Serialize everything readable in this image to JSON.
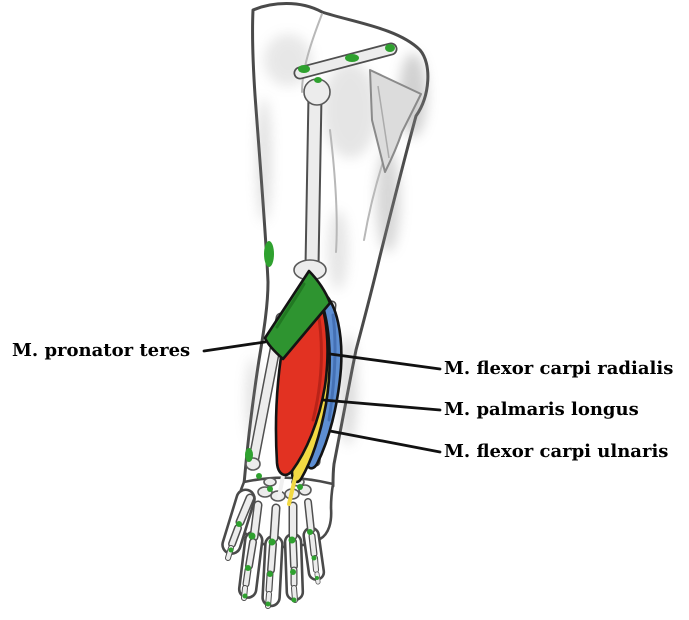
{
  "labels": {
    "pronator_teres": "M. pronator teres",
    "flexor_carpi_radialis": "M. flexor carpi radialis",
    "palmaris_longus": "M. palmaris longus",
    "flexor_carpi_ulnaris": "M. flexor carpi ulnaris"
  },
  "colors": {
    "pronator_teres": "#2e9430",
    "flexor_carpi_radialis": "#e23222",
    "palmaris_longus": "#f2d943",
    "flexor_carpi_ulnaris": "#5d8ed2",
    "joint": "#2fa12f",
    "line": "#111111",
    "outline": "#141414"
  }
}
